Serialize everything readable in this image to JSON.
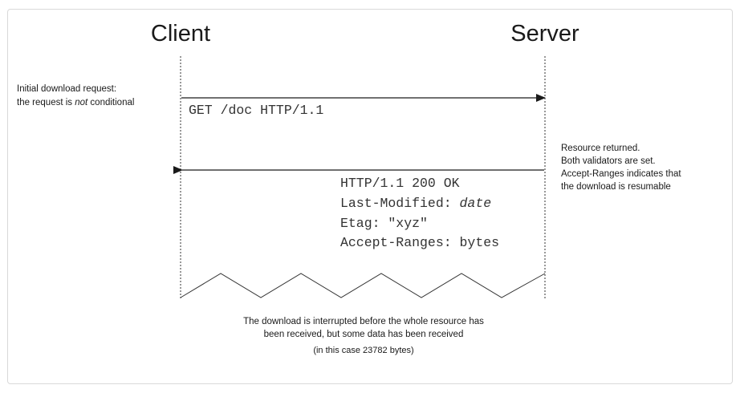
{
  "header": {
    "client": "Client",
    "server": "Server"
  },
  "left_note": {
    "line1": "Initial download request:",
    "line2_a": "the request is ",
    "line2_em": "not",
    "line2_b": " conditional"
  },
  "request": {
    "text": "GET /doc HTTP/1.1"
  },
  "right_note": {
    "lines": [
      "Resource returned.",
      "Both validators are set.",
      "Accept-Ranges indicates that",
      "the download is resumable"
    ]
  },
  "response": {
    "status": "HTTP/1.1 200 OK",
    "last_modified_key": "Last-Modified: ",
    "last_modified_value": "date",
    "etag": "Etag: \"xyz\"",
    "accept_ranges": "Accept-Ranges: bytes"
  },
  "footer": {
    "line1": "The download is interrupted before the whole resource has",
    "line2": "been received, but some data has been received",
    "line3": "(in this case 23782 bytes)"
  },
  "colors": {
    "lines": "#333333",
    "text": "#1a1a1a",
    "frame_border": "#d9d9d9"
  }
}
